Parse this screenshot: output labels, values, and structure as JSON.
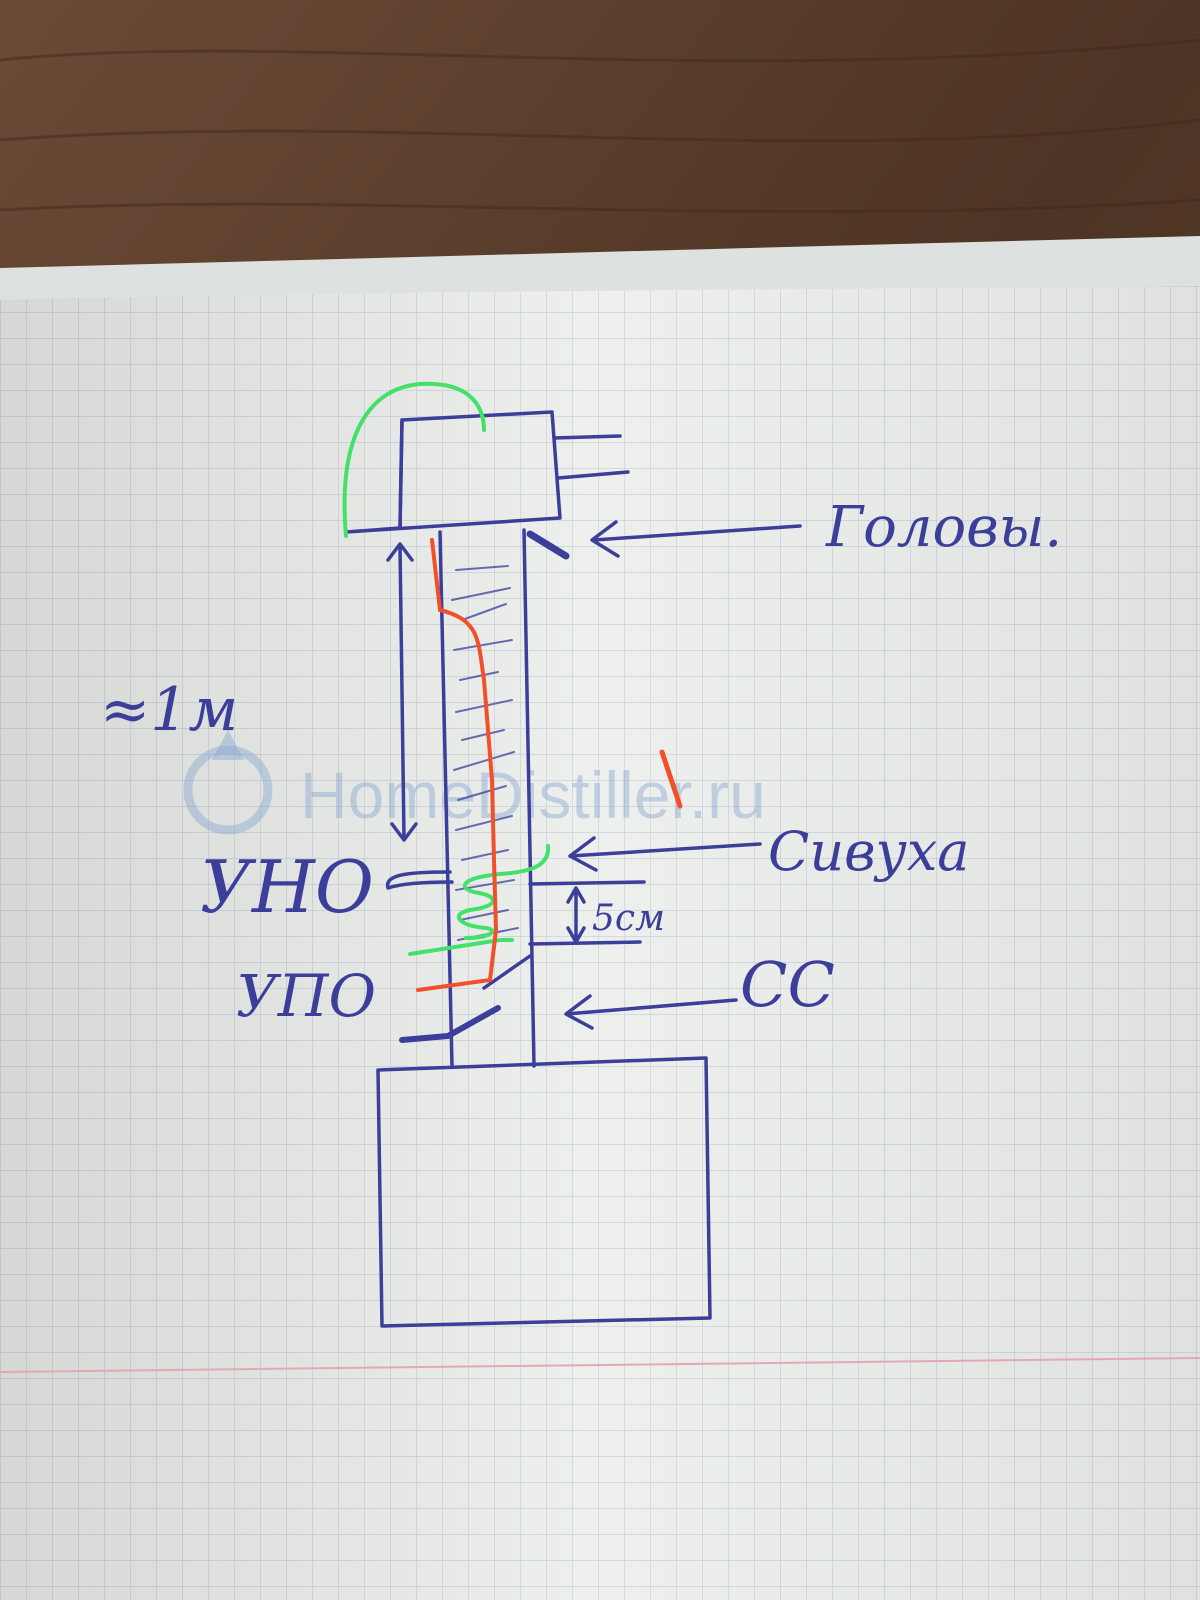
{
  "labels": {
    "heads": "Головы.",
    "height": "≈1м",
    "uno": "УНО",
    "fusel": "Сивуха",
    "gap": "5см",
    "upo": "УПО",
    "ss": "СС"
  },
  "watermark": "HomeDistiller.ru",
  "colors": {
    "ink": "#3b3f9a",
    "red_marker": "#f2502a",
    "green_marker": "#43e06a",
    "paper": "#eef0ee",
    "grid": "#c3ccd8",
    "margin_line": "#e6a7b4",
    "table": "#5a3d2c"
  }
}
